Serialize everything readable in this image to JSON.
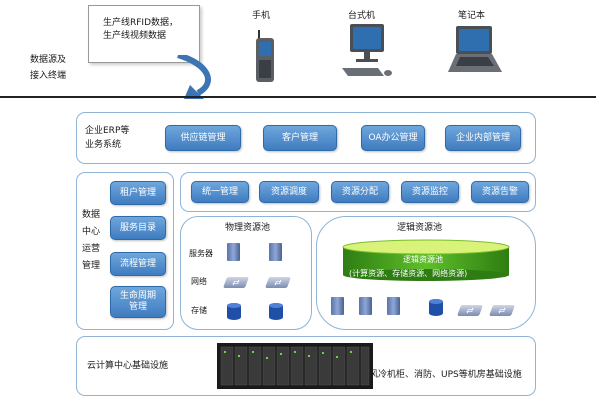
{
  "top": {
    "note": "生产线RFID数据，\n生产线视频数据",
    "source_label": "数据源及\n接入终端",
    "devices": [
      "手机",
      "台式机",
      "笔记本"
    ]
  },
  "erp": {
    "label": "企业ERP等\n业务系统",
    "buttons": [
      "供应链管理",
      "客户管理",
      "OA办公管理",
      "企业内部管理"
    ]
  },
  "ops": {
    "label": "数据\n中心\n运营\n管理",
    "buttons": [
      "租户管理",
      "服务目录",
      "流程管理",
      "生命周期\n管理"
    ]
  },
  "resource_mgmt": {
    "buttons": [
      "统一管理",
      "资源调度",
      "资源分配",
      "资源监控",
      "资源告警"
    ]
  },
  "physical_pool": {
    "title": "物理资源池",
    "rows": [
      "服务器",
      "网络",
      "存储"
    ]
  },
  "logical_pool": {
    "title": "逻辑资源池",
    "disk_title": "逻辑资源池",
    "disk_sub": "(计算资源、存储资源、网络资源)"
  },
  "infra": {
    "label": "云计算中心基础设施",
    "desc": "风冷机柜、消防、UPS等机房基础设施"
  },
  "colors": {
    "button": "#4a88c9",
    "panel_border": "#8fb4d6",
    "disk": "#3f9a1f",
    "storage": "#1f4fa6"
  }
}
